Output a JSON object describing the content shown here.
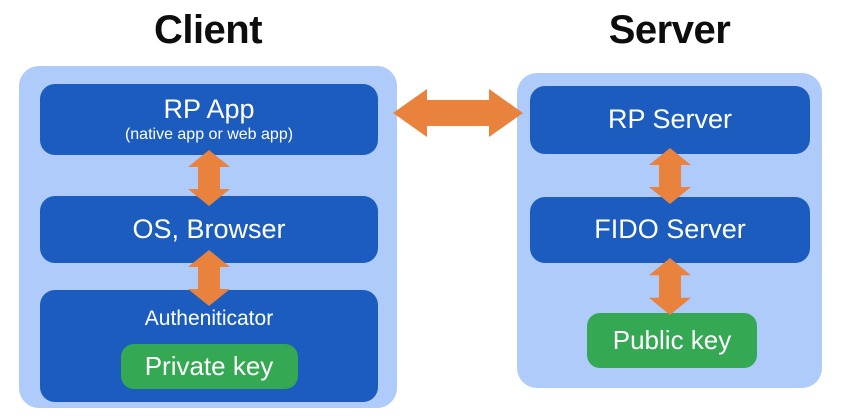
{
  "client": {
    "title": "Client",
    "boxes": {
      "rp_app": {
        "label": "RP App",
        "sublabel": "(native app or web app)"
      },
      "os_browser": {
        "label": "OS, Browser"
      },
      "authenticator": {
        "label": "Autheniticator",
        "key_label": "Private key"
      }
    }
  },
  "server": {
    "title": "Server",
    "boxes": {
      "rp_server": {
        "label": "RP Server"
      },
      "fido_server": {
        "label": "FIDO Server"
      },
      "public_key": {
        "label": "Public key"
      }
    }
  },
  "icons": {
    "horizontal_arrow": "double-arrow-horizontal",
    "vertical_arrow": "double-arrow-vertical"
  },
  "colors": {
    "panel_bg": "#AECBFA",
    "box_bg": "#1B5CBE",
    "key_bg": "#34A853",
    "arrow": "#E8823C",
    "title_text": "#0D0D0D",
    "box_text": "#FFFFFF",
    "page_bg": "#FFFFFF"
  }
}
